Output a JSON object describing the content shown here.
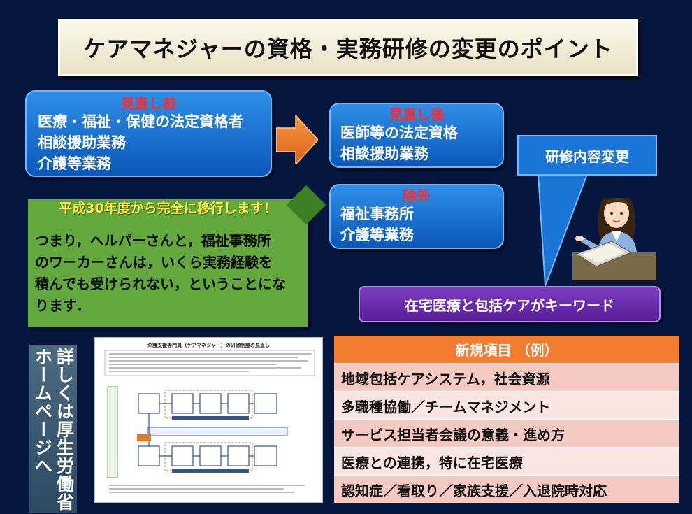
{
  "title": "ケアマネジャーの資格・実務研修の変更のポイント",
  "before": {
    "heading": "見直し前",
    "items": [
      "医療・福祉・保健の法定資格者",
      "相談援助業務",
      "介護等業務"
    ]
  },
  "after": {
    "heading": "見直し後",
    "items": [
      "医師等の法定資格",
      "相談援助業務"
    ]
  },
  "excluded": {
    "heading": "除外",
    "items": [
      "福祉事務所",
      "介護等業務"
    ]
  },
  "callout": "研修内容変更",
  "keyword": "在宅医療と包括ケアがキーワード",
  "note": {
    "heading": "平成30年度から完全に移行します！",
    "lines": [
      "つまり，ヘルパーさんと，福祉事務所",
      "のワーカーさんは，いくら実務経験を",
      "積んでも受けられない，ということにな",
      "ります．"
    ]
  },
  "side_label": {
    "col1": "詳しくは厚生労働省",
    "col2": "ホームページへ"
  },
  "document_thumbnail": {
    "title": "介護支援専門員（ケアマネジャー）の研修制度の見直し"
  },
  "new_items": {
    "header": "新規項目 （例）",
    "rows": [
      "地域包括ケアシステム，社会資源",
      "多職種協働／チームマネジメント",
      "サービス担当者会議の意義・進め方",
      "医療との連携，特に在宅医療",
      "認知症／看取り／家族支援／入退院時対応"
    ]
  },
  "colors": {
    "background": "#06173f",
    "box_blue": "#1a75d6",
    "heading_red": "#ff2a2a",
    "arrow_orange": "#ee7a22",
    "note_green": "#62a83d",
    "note_heading_yellow": "#ffe840",
    "keyword_purple": "#6a2bab",
    "table_header_orange": "#f27c2f",
    "table_row_pink": "#f4c9c2"
  }
}
